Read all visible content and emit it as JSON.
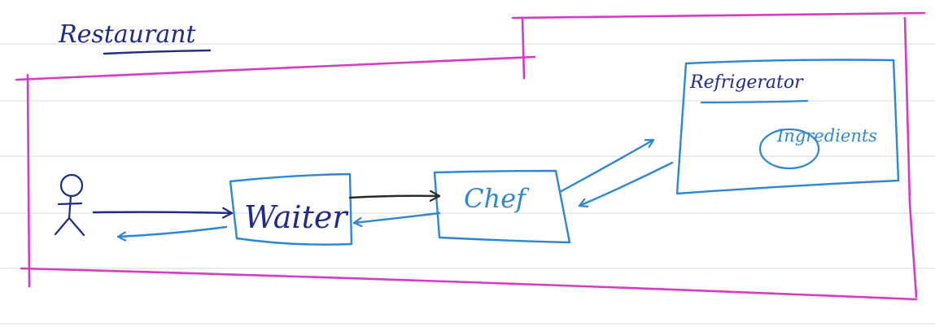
{
  "diagram": {
    "title": "Restaurant",
    "nodes": {
      "customer": {
        "label": ""
      },
      "waiter": {
        "label": "Waiter"
      },
      "chef": {
        "label": "Chef"
      },
      "refrigerator": {
        "label": "Refrigerator"
      },
      "ingredients": {
        "label": "Ingredients"
      }
    },
    "edges": [
      {
        "from": "customer",
        "to": "waiter",
        "label": ""
      },
      {
        "from": "waiter",
        "to": "customer",
        "label": ""
      },
      {
        "from": "waiter",
        "to": "chef",
        "label": ""
      },
      {
        "from": "chef",
        "to": "waiter",
        "label": ""
      },
      {
        "from": "chef",
        "to": "refrigerator",
        "label": ""
      },
      {
        "from": "refrigerator",
        "to": "chef",
        "label": ""
      }
    ]
  },
  "colors": {
    "boundary": "#d63bc8",
    "ink_blue": "#2e86d6",
    "ink_navy": "#1f2a8a",
    "ink_black": "#2b2b2b"
  }
}
